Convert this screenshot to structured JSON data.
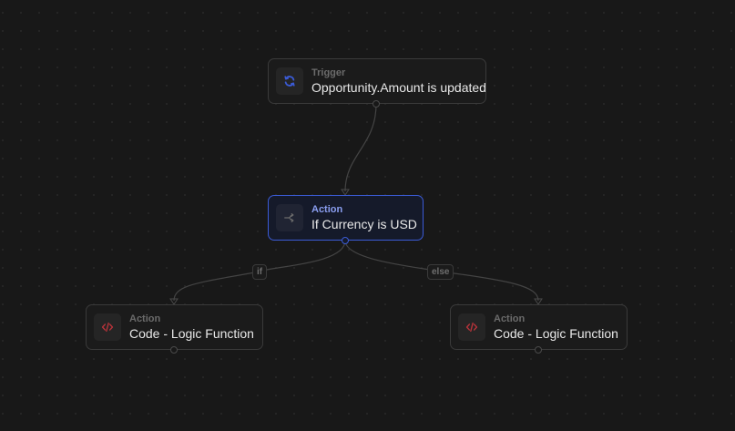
{
  "workflow": {
    "nodes": [
      {
        "id": "trigger",
        "type_label": "Trigger",
        "title": "Opportunity.Amount is updated",
        "icon": "refresh-icon",
        "icon_color": "#3b5bd6",
        "selected": false
      },
      {
        "id": "if-else",
        "type_label": "Action",
        "title": "If Currency is USD",
        "icon": "branch-icon",
        "icon_color": "#6b6b6b",
        "selected": true
      },
      {
        "id": "code-if",
        "type_label": "Action",
        "title": "Code - Logic Function",
        "icon": "code-icon",
        "icon_color": "#b8333a",
        "selected": false
      },
      {
        "id": "code-else",
        "type_label": "Action",
        "title": "Code - Logic Function",
        "icon": "code-icon",
        "icon_color": "#b8333a",
        "selected": false
      }
    ],
    "edge_labels": {
      "if": "if",
      "else": "else"
    },
    "colors": {
      "background": "#181818",
      "node_border": "#3a3a3a",
      "selected_border": "#3b5bd6",
      "edge": "#4a4a4a"
    }
  }
}
